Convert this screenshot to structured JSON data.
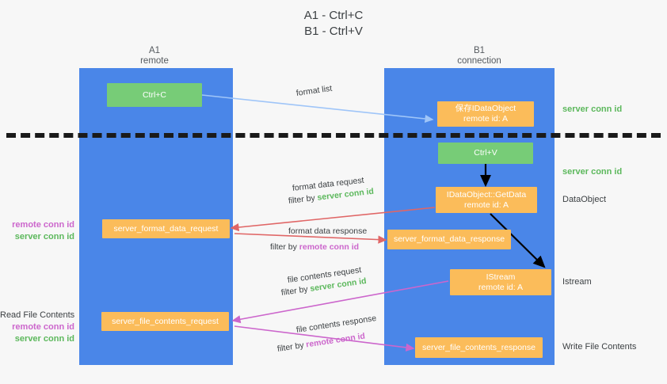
{
  "title": {
    "line1": "A1 - Ctrl+C",
    "line2": "B1 - Ctrl+V"
  },
  "colors": {
    "lane": "#4a86e8",
    "node_green": "#77cc77",
    "node_orange": "#fbbc5a",
    "server_conn_id": "#5cb85c",
    "remote_conn_id": "#cc66cc",
    "arrow_blue": "#9fc5f8",
    "arrow_red": "#e06666",
    "arrow_magenta": "#cc66cc",
    "arrow_black": "#000000",
    "background": "#f7f7f7"
  },
  "lanes": [
    {
      "name": "A1",
      "sub": "remote"
    },
    {
      "name": "B1",
      "sub": "connection"
    }
  ],
  "nodes": {
    "ctrl_c": {
      "label": "Ctrl+C"
    },
    "save_dataobject": {
      "line1": "保存IDataObject",
      "line2": "remote id: A"
    },
    "ctrl_v": {
      "label": "Ctrl+V"
    },
    "getdata": {
      "line1": "IDataObject::GetData",
      "line2": "remote id: A"
    },
    "istream": {
      "line1": "IStream",
      "line2": "remote id: A"
    },
    "server_format_data_request": {
      "label": "server_format_data_request"
    },
    "server_format_data_response": {
      "label": "server_format_data_response"
    },
    "server_file_contents_request": {
      "label": "server_file_contents_request"
    },
    "server_file_contents_response": {
      "label": "server_file_contents_response"
    }
  },
  "edge_labels": {
    "format_list": "format list",
    "format_data_request": "format data request",
    "format_data_request_filter_prefix": "filter by ",
    "format_data_request_filter_key": "server conn id",
    "format_data_response": "format data response",
    "format_data_response_filter_prefix": "filter by ",
    "format_data_response_filter_key": "remote conn id",
    "file_contents_request": "file contents request",
    "file_contents_request_filter_prefix": "filter by ",
    "file_contents_request_filter_key": "server conn id",
    "file_contents_response": "file contents response",
    "file_contents_response_filter_prefix": "filter by ",
    "file_contents_response_filter_key": "remote conn id"
  },
  "right_labels": {
    "server_conn_id_top": "server conn id",
    "server_conn_id_mid": "server conn id",
    "dataobject": "DataObject",
    "istream": "Istream",
    "write_file_contents": "Write File Contents"
  },
  "left_labels": {
    "remote_conn_id_1": "remote conn id",
    "server_conn_id_1": "server conn id",
    "read_file_contents": "Read File Contents",
    "remote_conn_id_2": "remote conn id",
    "server_conn_id_2": "server conn id"
  }
}
